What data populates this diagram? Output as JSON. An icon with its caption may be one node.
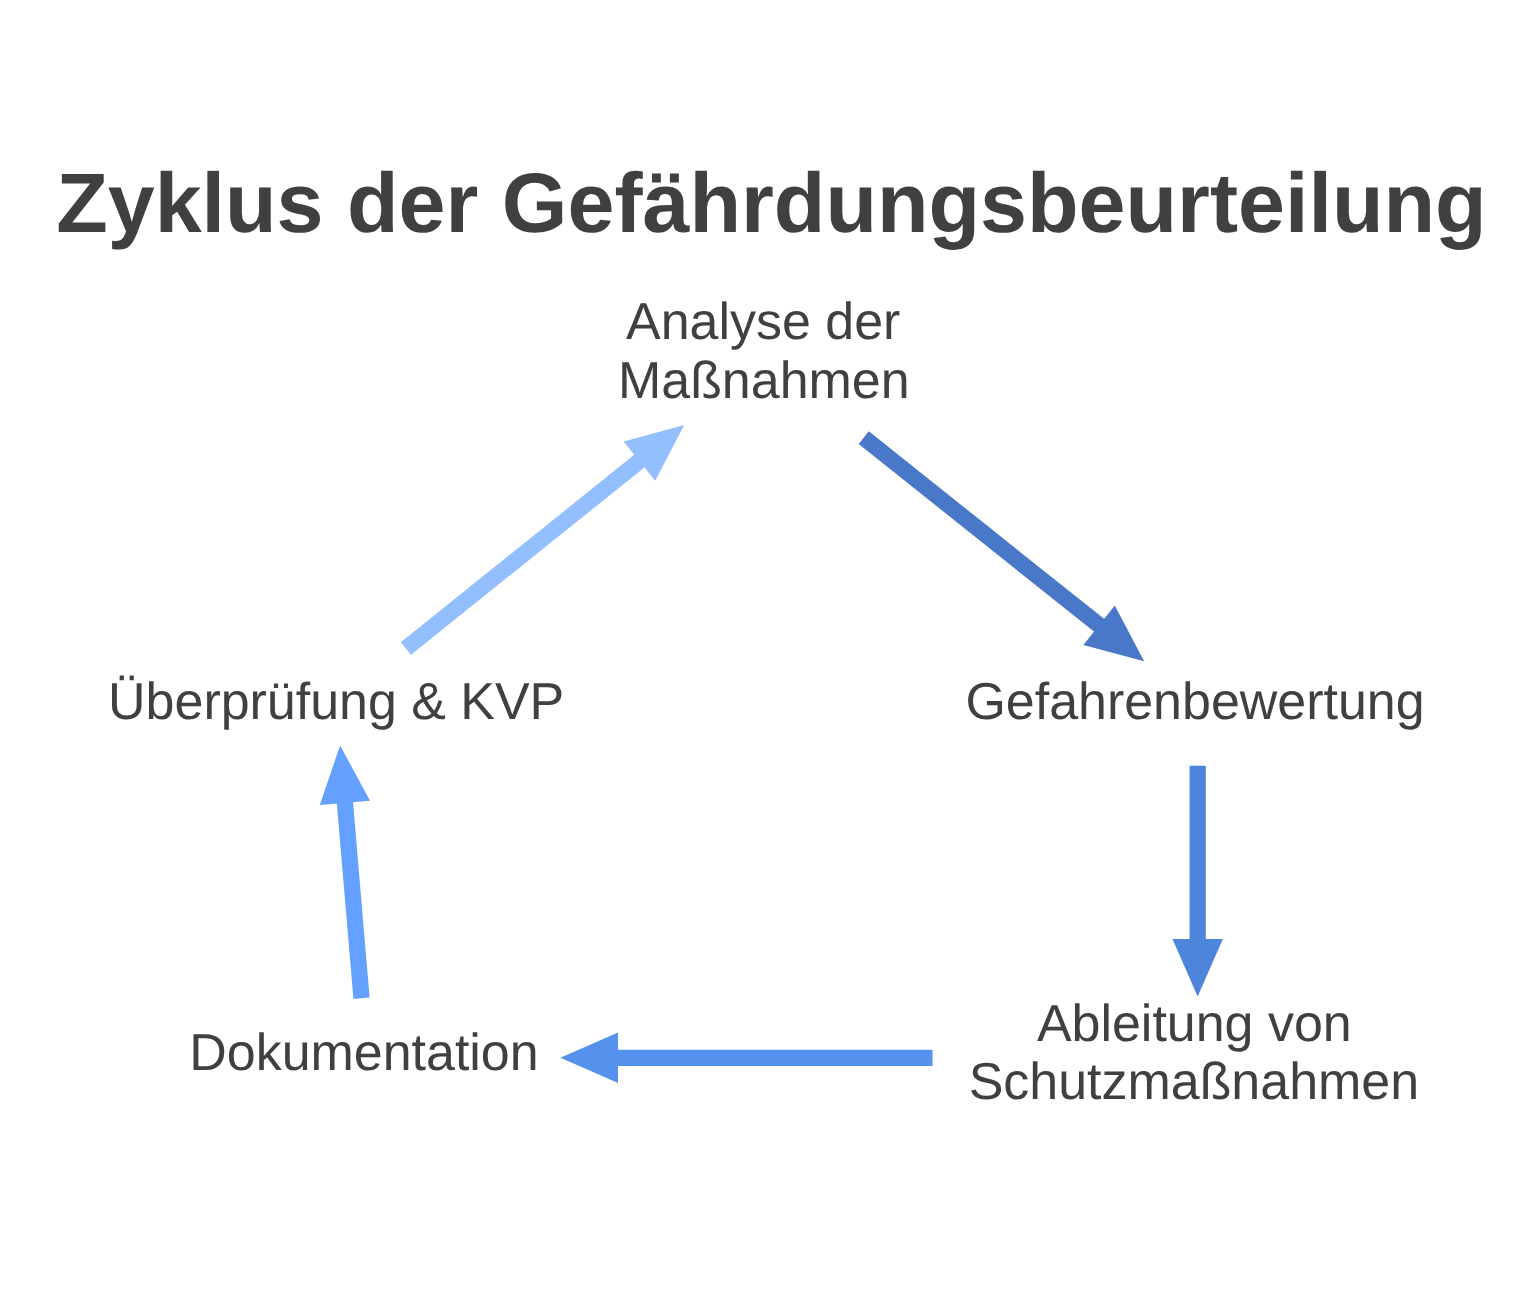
{
  "diagram": {
    "title": "Zyklus der Gefährdungsbeurteilung",
    "nodes": [
      {
        "text": [
          "Analyse der Maßnahmen"
        ]
      },
      {
        "text": [
          "Gefahrenbewertung"
        ]
      },
      {
        "text": [
          "Ableitung von Schutzmaßnahmen"
        ]
      },
      {
        "text": [
          "Dokumentation"
        ]
      },
      {
        "text": [
          "Überprüfung & KVP"
        ]
      }
    ],
    "edges": [
      {
        "from": 0,
        "to": 1,
        "arrow": "to",
        "color": "#4a78c8"
      },
      {
        "from": 1,
        "to": 2,
        "arrow": "to",
        "color": "#4d84dc"
      },
      {
        "from": 2,
        "to": 3,
        "arrow": "to",
        "color": "#5592ee"
      },
      {
        "from": 3,
        "to": 4,
        "arrow": "to",
        "color": "#63a0ff"
      },
      {
        "from": 4,
        "to": 0,
        "arrow": "to",
        "color": "#93bfff"
      }
    ]
  }
}
